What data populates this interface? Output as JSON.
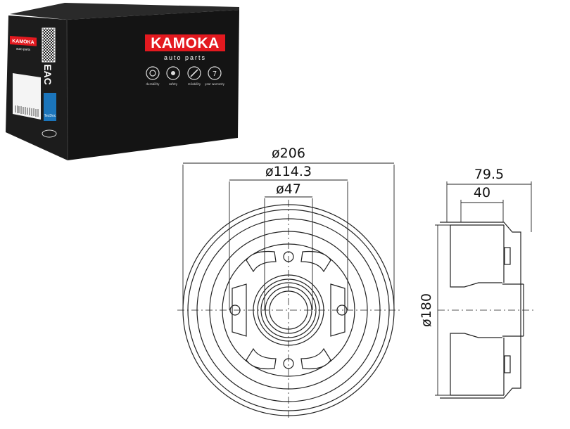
{
  "box": {
    "brand": "KAMOKA",
    "tagline": "auto parts",
    "icons": [
      {
        "label": "durability",
        "icon": "gear-icon"
      },
      {
        "label": "safety",
        "icon": "disc-icon"
      },
      {
        "label": "reliability",
        "icon": "wrench-icon"
      },
      {
        "label": "year warranty",
        "icon": "badge-icon"
      }
    ],
    "warranty_number": "7",
    "side_brand": "KAMOKA",
    "side_tagline": "auto parts",
    "side_mark": "EAC",
    "side_badge": "TecDoc",
    "colors": {
      "box": "#141414",
      "accent": "#e3191f",
      "badge": "#1b75bb"
    }
  },
  "dimensions": {
    "outer_diameter": "ø206",
    "bolt_circle": "ø114.3",
    "center_bore": "ø47",
    "inner_diameter": "ø180",
    "total_width": "79.5",
    "drum_depth": "40"
  }
}
